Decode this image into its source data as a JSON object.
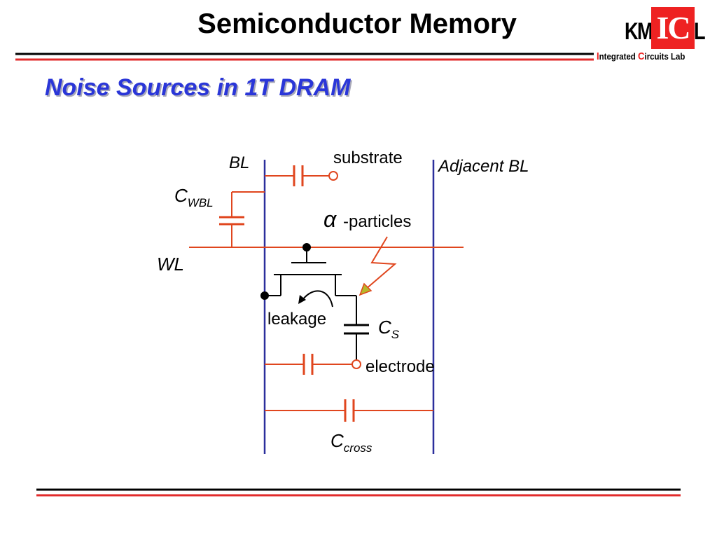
{
  "header": {
    "title": "Semiconductor Memory",
    "subtitle": "Noise Sources in 1T DRAM"
  },
  "logo": {
    "km": "KM",
    "ic": "IC",
    "l": "L",
    "lab_i": "I",
    "lab_mid": "ntegrated ",
    "lab_c": "C",
    "lab_end": "ircuits Lab"
  },
  "diagram": {
    "labels": {
      "bl": "BL",
      "substrate": "substrate",
      "adjacent_bl": "Adjacent BL",
      "c_wbl": "C",
      "c_wbl_sub": "WBL",
      "alpha_symbol": "α",
      "particles": "-particles",
      "wl": "WL",
      "leakage": "leakage",
      "cs": "C",
      "cs_sub": "S",
      "electrode": "electrode",
      "ccross": "C",
      "ccross_sub": "cross"
    },
    "colors": {
      "bitline": "#2b2f9c",
      "wire": "#e0461e",
      "circuit": "#000000",
      "rule_black": "#000000",
      "rule_red": "#e22b2b",
      "arrow_fill": "#b7b82a"
    }
  }
}
